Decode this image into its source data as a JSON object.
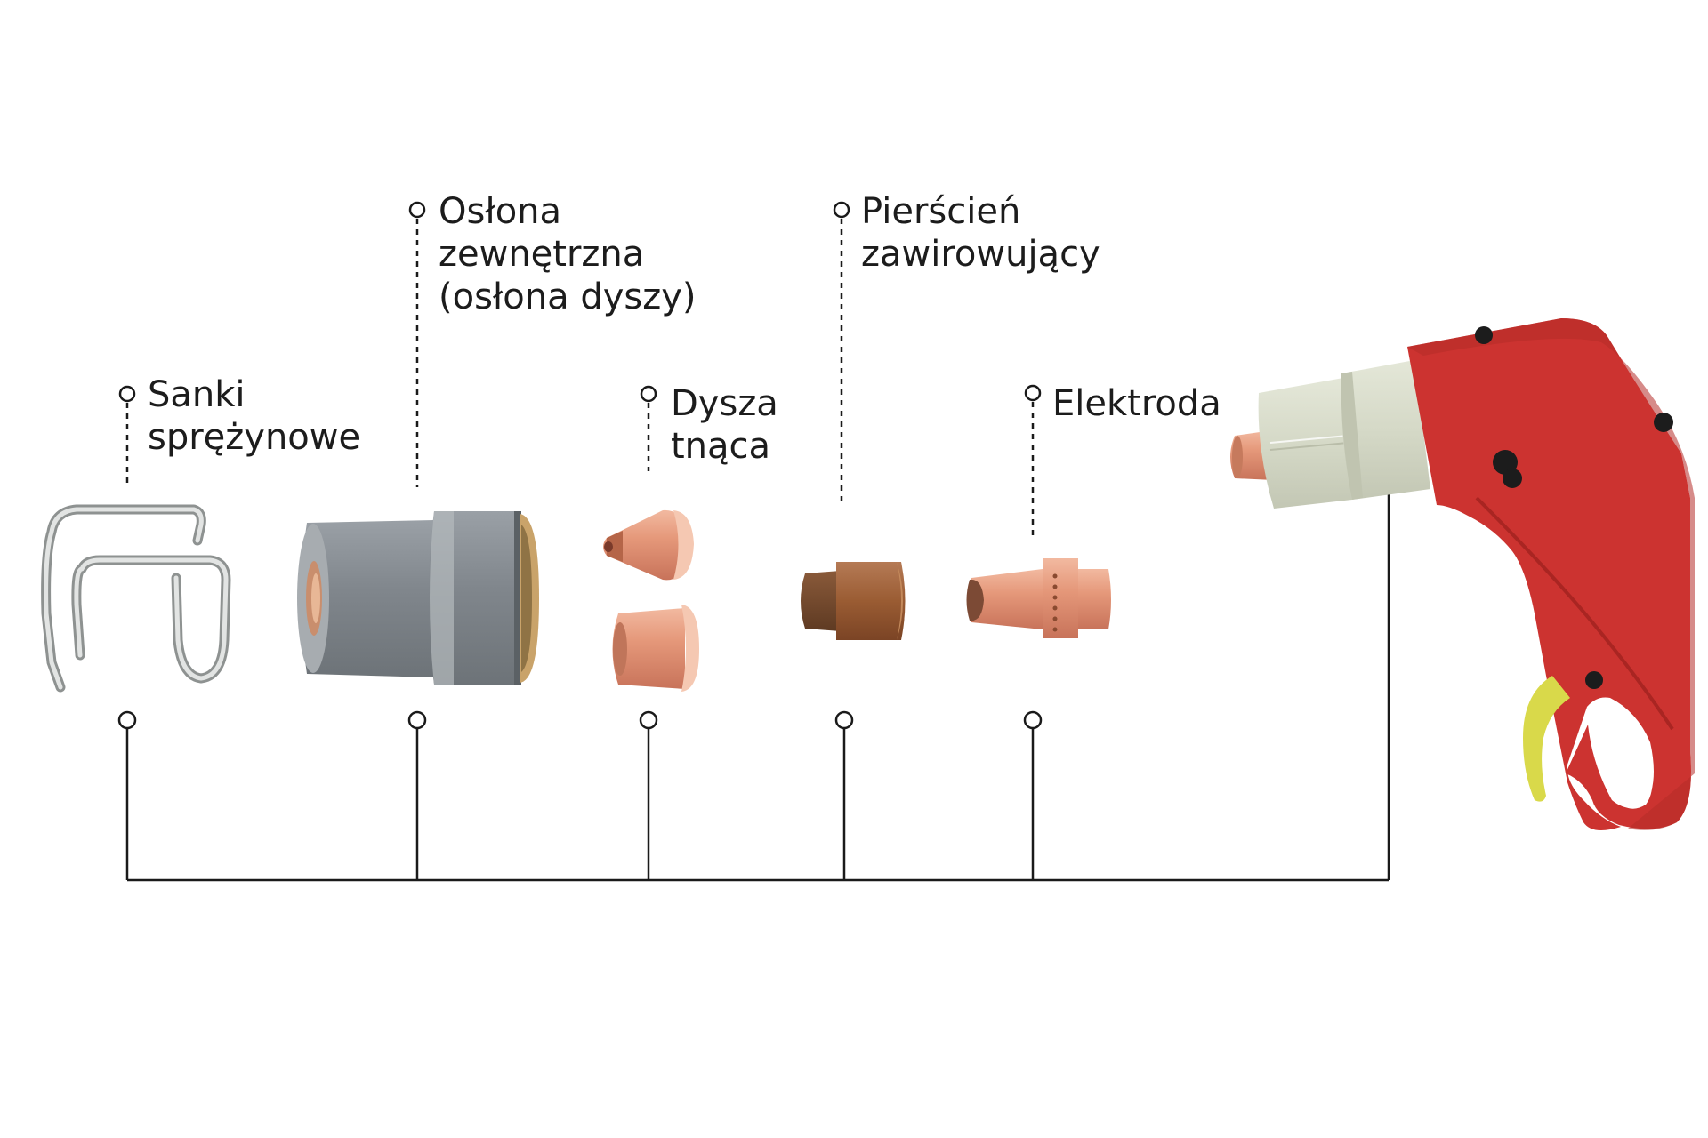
{
  "labels": {
    "springs": [
      "Sanki",
      "sprężynowe"
    ],
    "outer_shield": [
      "Osłona",
      "zewnętrzna",
      "(osłona dyszy)"
    ],
    "nozzle": [
      "Dysza",
      "tnąca"
    ],
    "swirl_ring": [
      "Pierścień",
      "zawirowujący"
    ],
    "electrode": [
      "Elektroda"
    ]
  },
  "colors": {
    "line": "#1a1a1a",
    "torch_red": "#cc3330",
    "copper": "#e2977a",
    "shield_gray": "#8c9196",
    "trigger_yellow": "#d9d94a",
    "ceramic": "#d8dccb"
  },
  "icons": {
    "springs": "spring-clip-icon",
    "outer_shield": "shield-cup-icon",
    "nozzle": "nozzle-icon",
    "swirl_ring": "swirl-ring-icon",
    "electrode": "electrode-icon",
    "torch": "plasma-torch-icon"
  }
}
